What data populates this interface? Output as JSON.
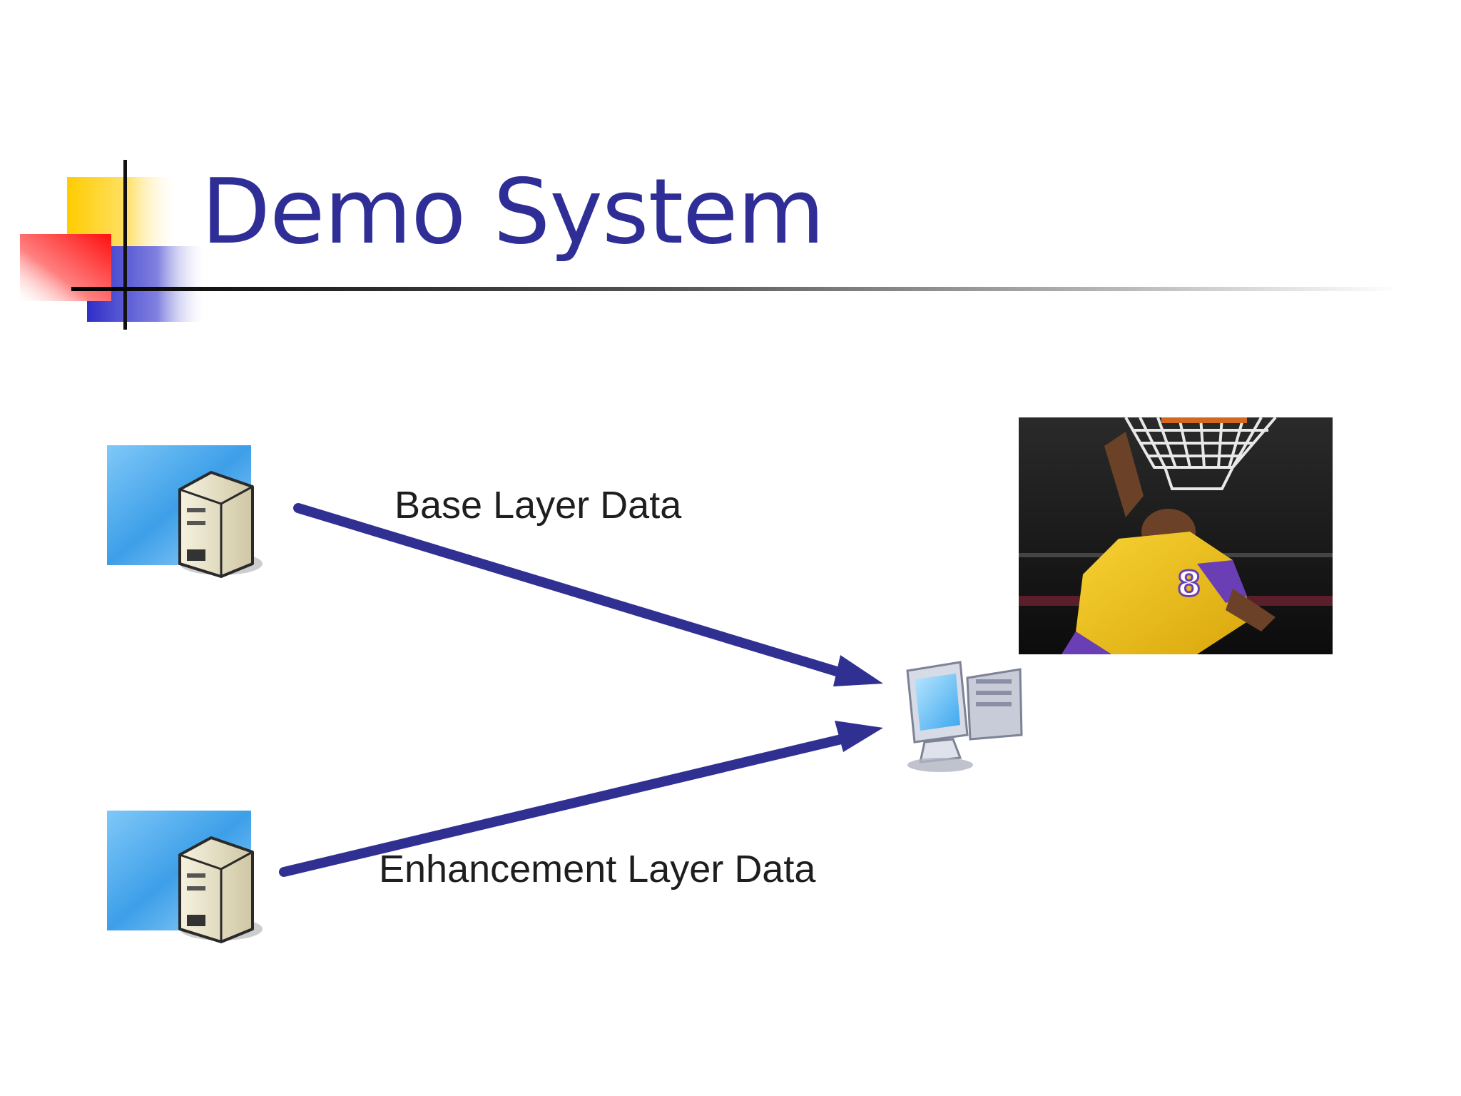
{
  "slide": {
    "title": "Demo System"
  },
  "colors": {
    "title": "#2e2e96",
    "arrow": "#303093",
    "deco_yellow": "#ffcc00",
    "deco_red": "#ff1a1a",
    "deco_blue": "#3333cc"
  },
  "diagram": {
    "top_server": {
      "icon": "server-icon"
    },
    "bottom_server": {
      "icon": "server-icon"
    },
    "client": {
      "icon": "client-computer-icon"
    },
    "photo": {
      "icon": "basketball-dunk-photo"
    },
    "base_flow": {
      "label": "Base Layer Data"
    },
    "enhancement_flow": {
      "label": "Enhancement Layer Data"
    }
  }
}
